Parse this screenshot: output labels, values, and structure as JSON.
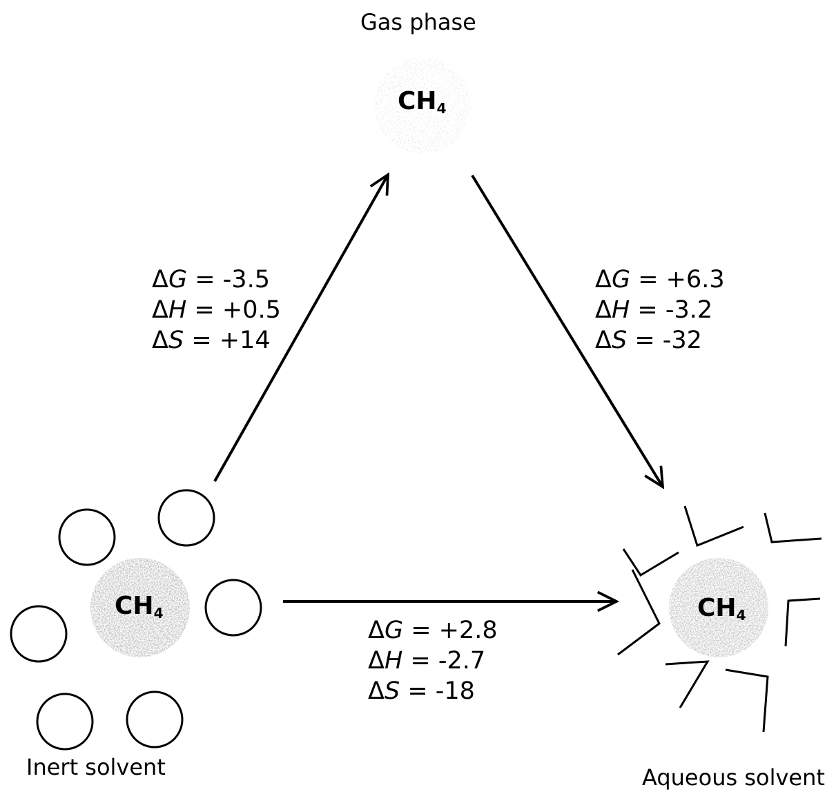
{
  "phases": {
    "gas": "Gas phase",
    "inert": "Inert solvent",
    "aqueous": "Aqueous solvent"
  },
  "molecule": {
    "formula": "CH",
    "subscript": "4"
  },
  "transitions": {
    "inert_to_gas": {
      "dG": "= -3.5",
      "dH": "= +0.5",
      "dS": "= +14"
    },
    "gas_to_aqueous": {
      "dG": "= +6.3",
      "dH": "= -3.2",
      "dS": "= -32"
    },
    "inert_to_aqueous": {
      "dG": "= +2.8",
      "dH": "= -2.7",
      "dS": "= -18"
    }
  },
  "colors": {
    "ink": "#000000",
    "methane_shade": "#a9a9a9"
  }
}
